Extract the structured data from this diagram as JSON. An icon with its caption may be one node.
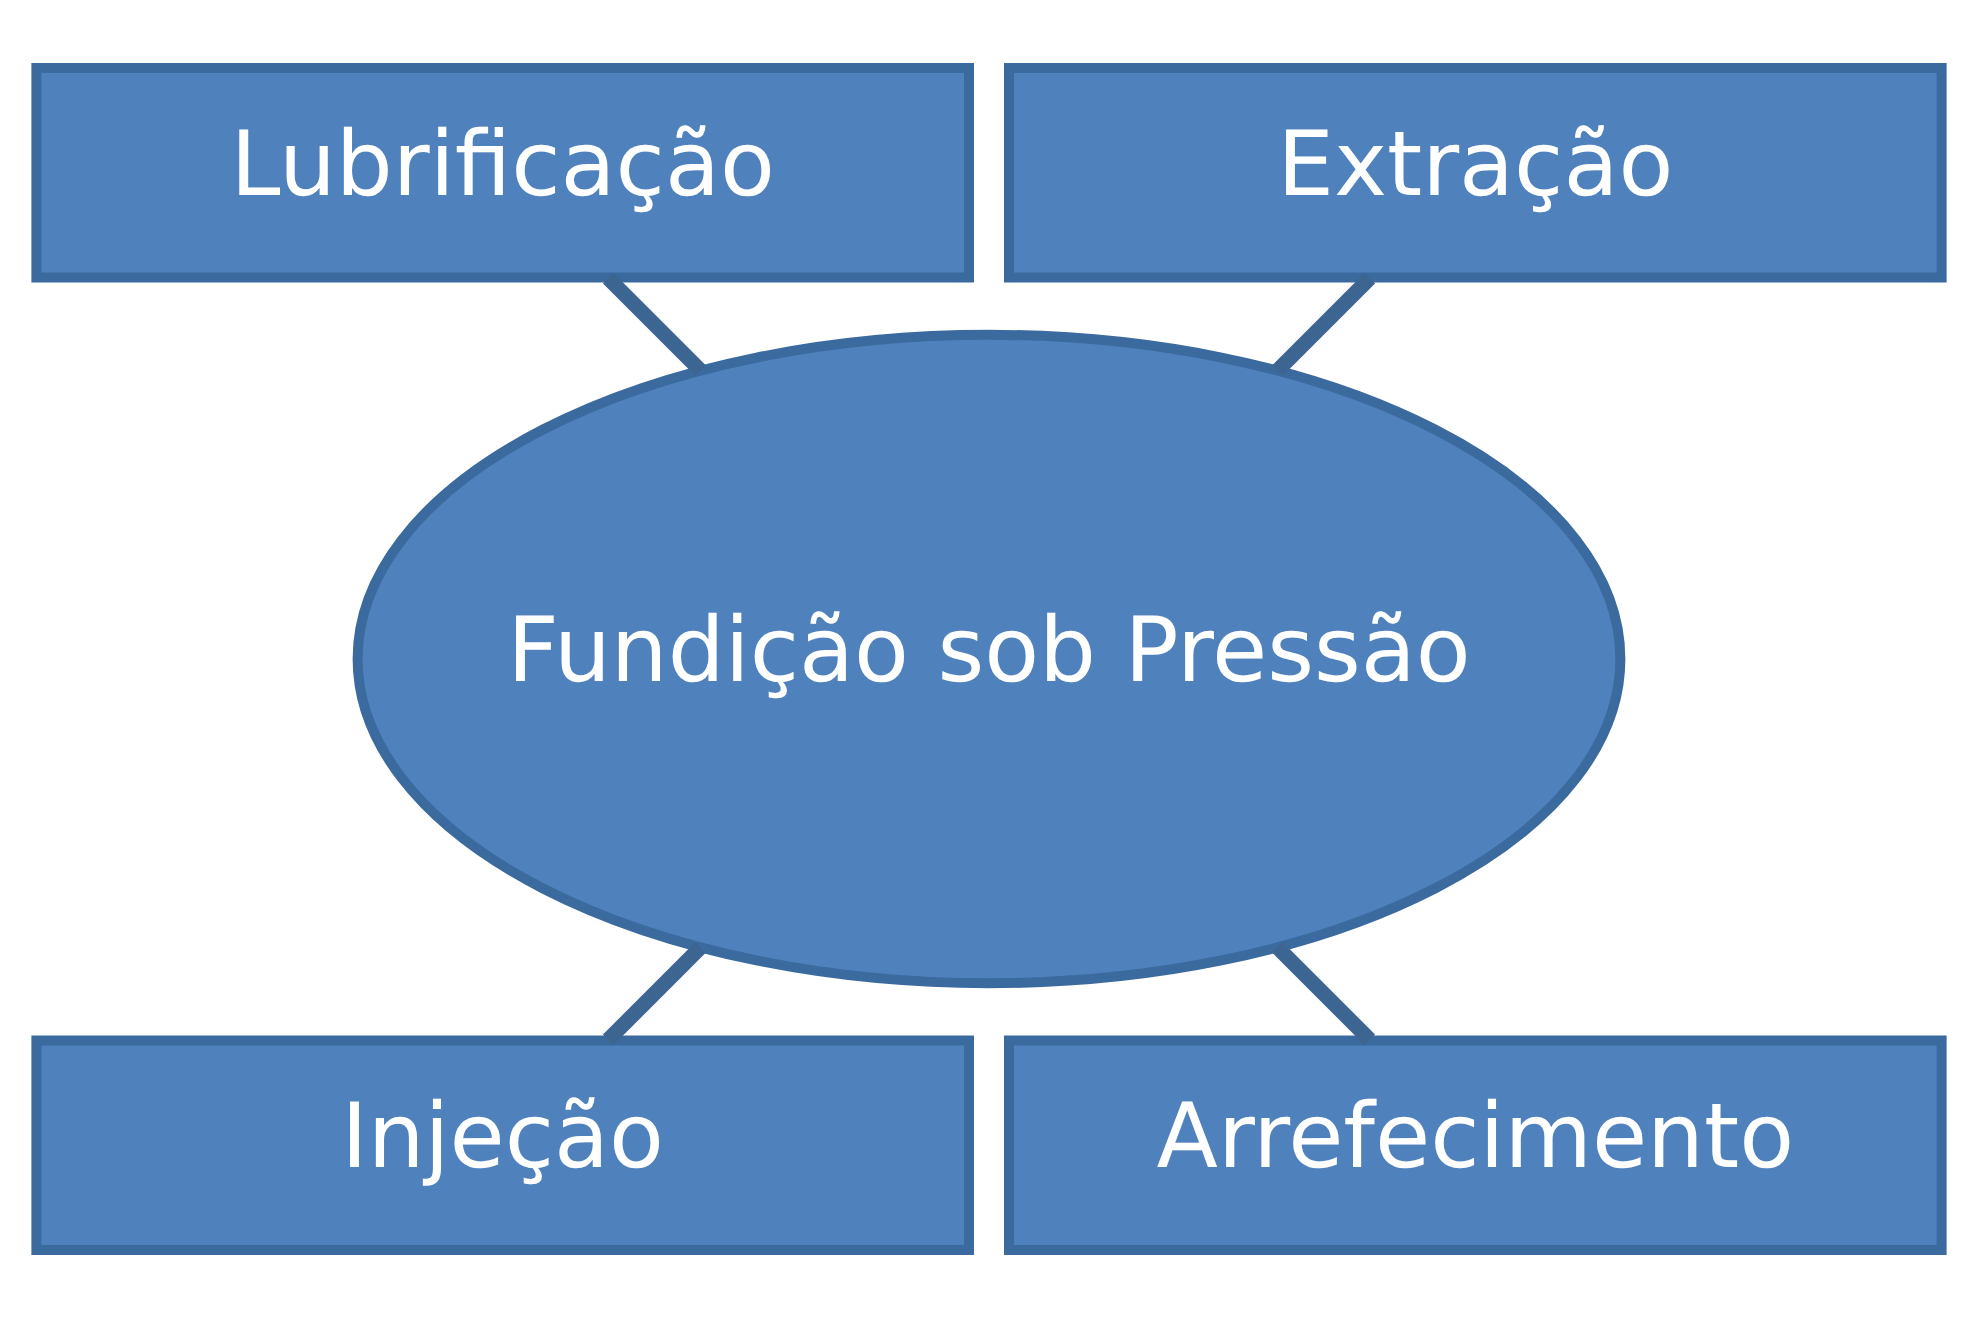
{
  "diagram": {
    "nodes": [
      {
        "text": [
          "Extração"
        ]
      },
      {
        "text": [
          "Fundição sob Pressão"
        ]
      },
      {
        "text": [
          "Lubrificação"
        ]
      },
      {
        "text": [
          "Injeção"
        ]
      },
      {
        "text": [
          "Arrefecimento"
        ]
      }
    ],
    "edges": [
      {
        "from": 1,
        "to": 0,
        "arrow": "none"
      },
      {
        "from": 1,
        "to": 2,
        "arrow": "none"
      },
      {
        "from": 1,
        "to": 3,
        "arrow": "none"
      },
      {
        "from": 1,
        "to": 4,
        "arrow": "none"
      }
    ]
  }
}
